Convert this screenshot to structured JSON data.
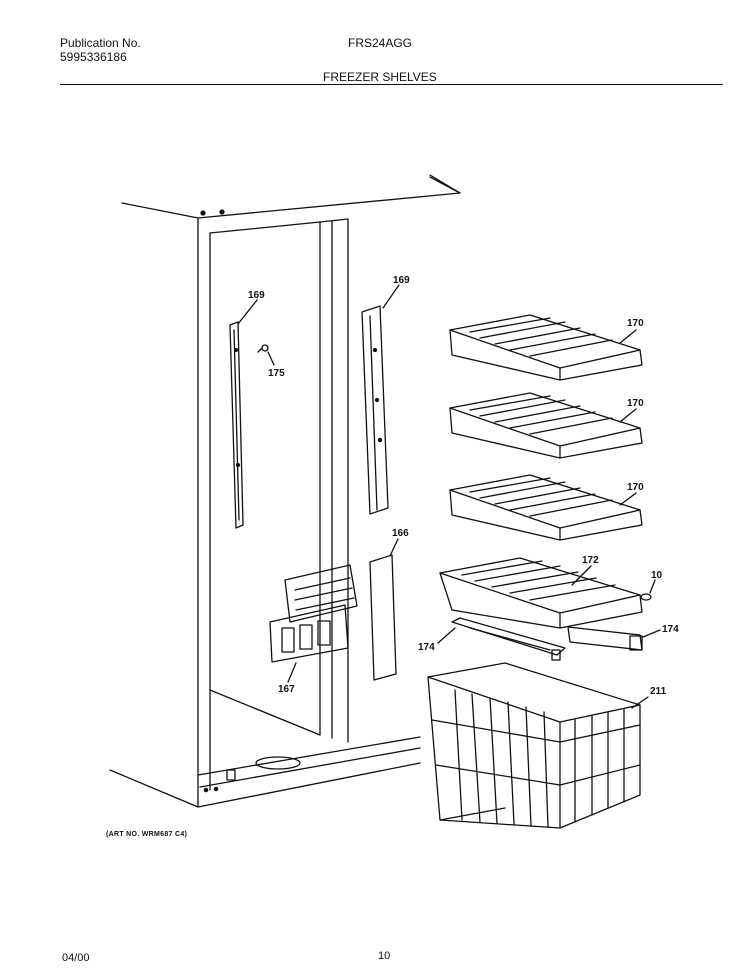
{
  "header": {
    "publication_label": "Publication No.",
    "publication_number": "5995336186",
    "model": "FRS24AGG",
    "section_title": "FREEZER SHELVES"
  },
  "diagram": {
    "callouts": {
      "c169a": "169",
      "c169b": "169",
      "c175": "175",
      "c170a": "170",
      "c170b": "170",
      "c170c": "170",
      "c166": "166",
      "c172": "172",
      "c10": "10",
      "c174a": "174",
      "c174b": "174",
      "c167": "167",
      "c211": "211"
    },
    "art_number": "(ART NO. WRM687 C4)"
  },
  "footer": {
    "date": "04/00",
    "page_number": "10"
  }
}
